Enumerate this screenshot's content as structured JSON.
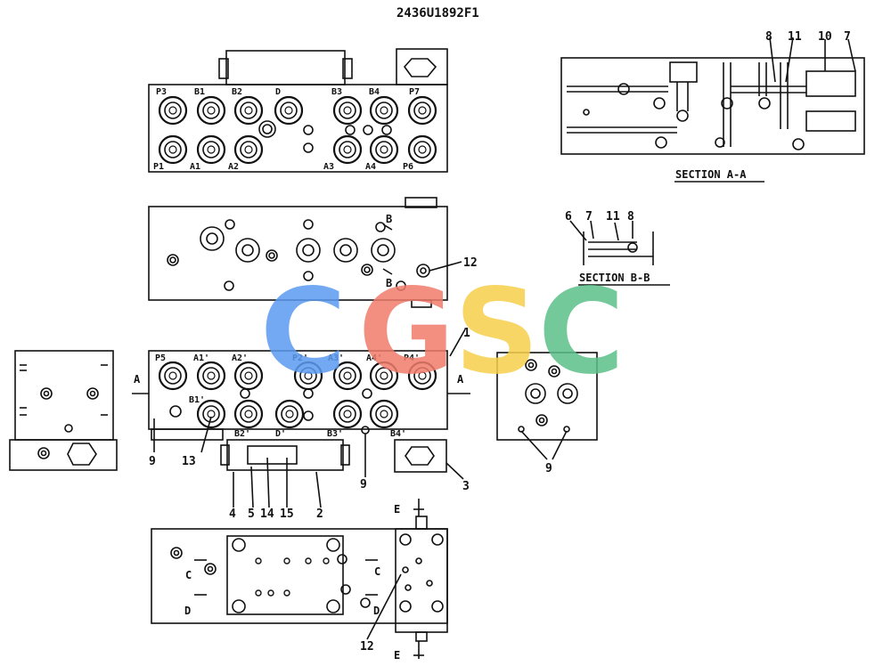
{
  "drawing_number": "2436U1892F1",
  "watermark": {
    "letters": [
      "C",
      "G",
      "S",
      "C"
    ],
    "colors": [
      "#5b9bf0",
      "#f07c6c",
      "#f7d04c",
      "#5cc08a"
    ]
  },
  "top_view": {
    "upper_ports": [
      "P3",
      "B1",
      "B2",
      "D",
      "B3",
      "B4",
      "P7"
    ],
    "lower_ports": [
      "P1",
      "A1",
      "A2",
      "A3",
      "A4",
      "P6"
    ]
  },
  "mid_view": {
    "section_marks": [
      "B",
      "B"
    ],
    "callout": "12"
  },
  "front_view": {
    "upper_ports": [
      "P5",
      "A1'",
      "A2'",
      "P2'",
      "A3'",
      "A4'",
      "P4'"
    ],
    "lower_ports": [
      "B1'",
      "B2'",
      "D'",
      "B3'",
      "B4'"
    ],
    "section_marks": [
      "A",
      "A"
    ],
    "callouts": [
      "1",
      "9",
      "13",
      "9",
      "3",
      "4",
      "5",
      "14",
      "15",
      "2"
    ]
  },
  "right_view": {
    "callout": "9"
  },
  "bottom_view": {
    "section_marks": [
      "C",
      "C",
      "D",
      "D",
      "E",
      "E"
    ],
    "callout": "12"
  },
  "section_a": {
    "title": "SECTION A-A",
    "callouts": [
      "8",
      "11",
      "10",
      "7"
    ]
  },
  "section_b": {
    "title": "SECTION B-B",
    "callouts": [
      "6",
      "7",
      "11",
      "8"
    ]
  }
}
